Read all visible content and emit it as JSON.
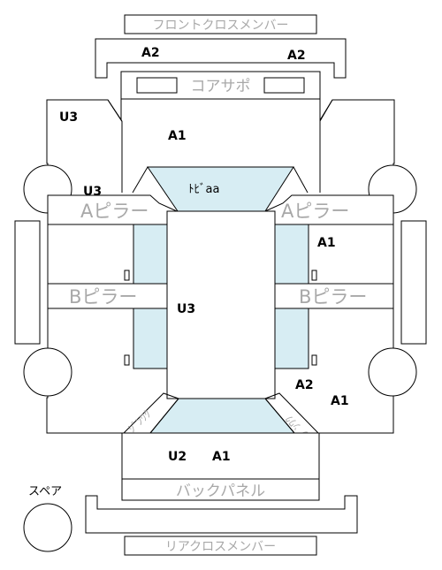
{
  "labels": {
    "front_cross_member": "フロントクロスメンバー",
    "core_support": "コアサポ",
    "a_pillar": "Aピラー",
    "b_pillar": "Bピラー",
    "back_panel": "バックパネル",
    "rear_cross_member": "リアクロスメンバー",
    "spare": "スペア",
    "floor": "ﾄﾋﾞaa",
    "front_wheelhouse": "ｼﾞﾝﾜｸ"
  },
  "codes": {
    "a2_front_left": "A2",
    "a2_front_right": "A2",
    "u3_front_left": "U3",
    "a1_front_center": "A1",
    "u3_left_pillar": "U3",
    "a1_right_side": "A1",
    "u3_center": "U3",
    "a2_right_rear": "A2",
    "a1_right_rear": "A1",
    "u2_rear": "U2",
    "a1_rear": "A1"
  },
  "colors": {
    "line": "#000000",
    "label_gray": "#a8a8a8",
    "highlight": "#d7edf3"
  }
}
